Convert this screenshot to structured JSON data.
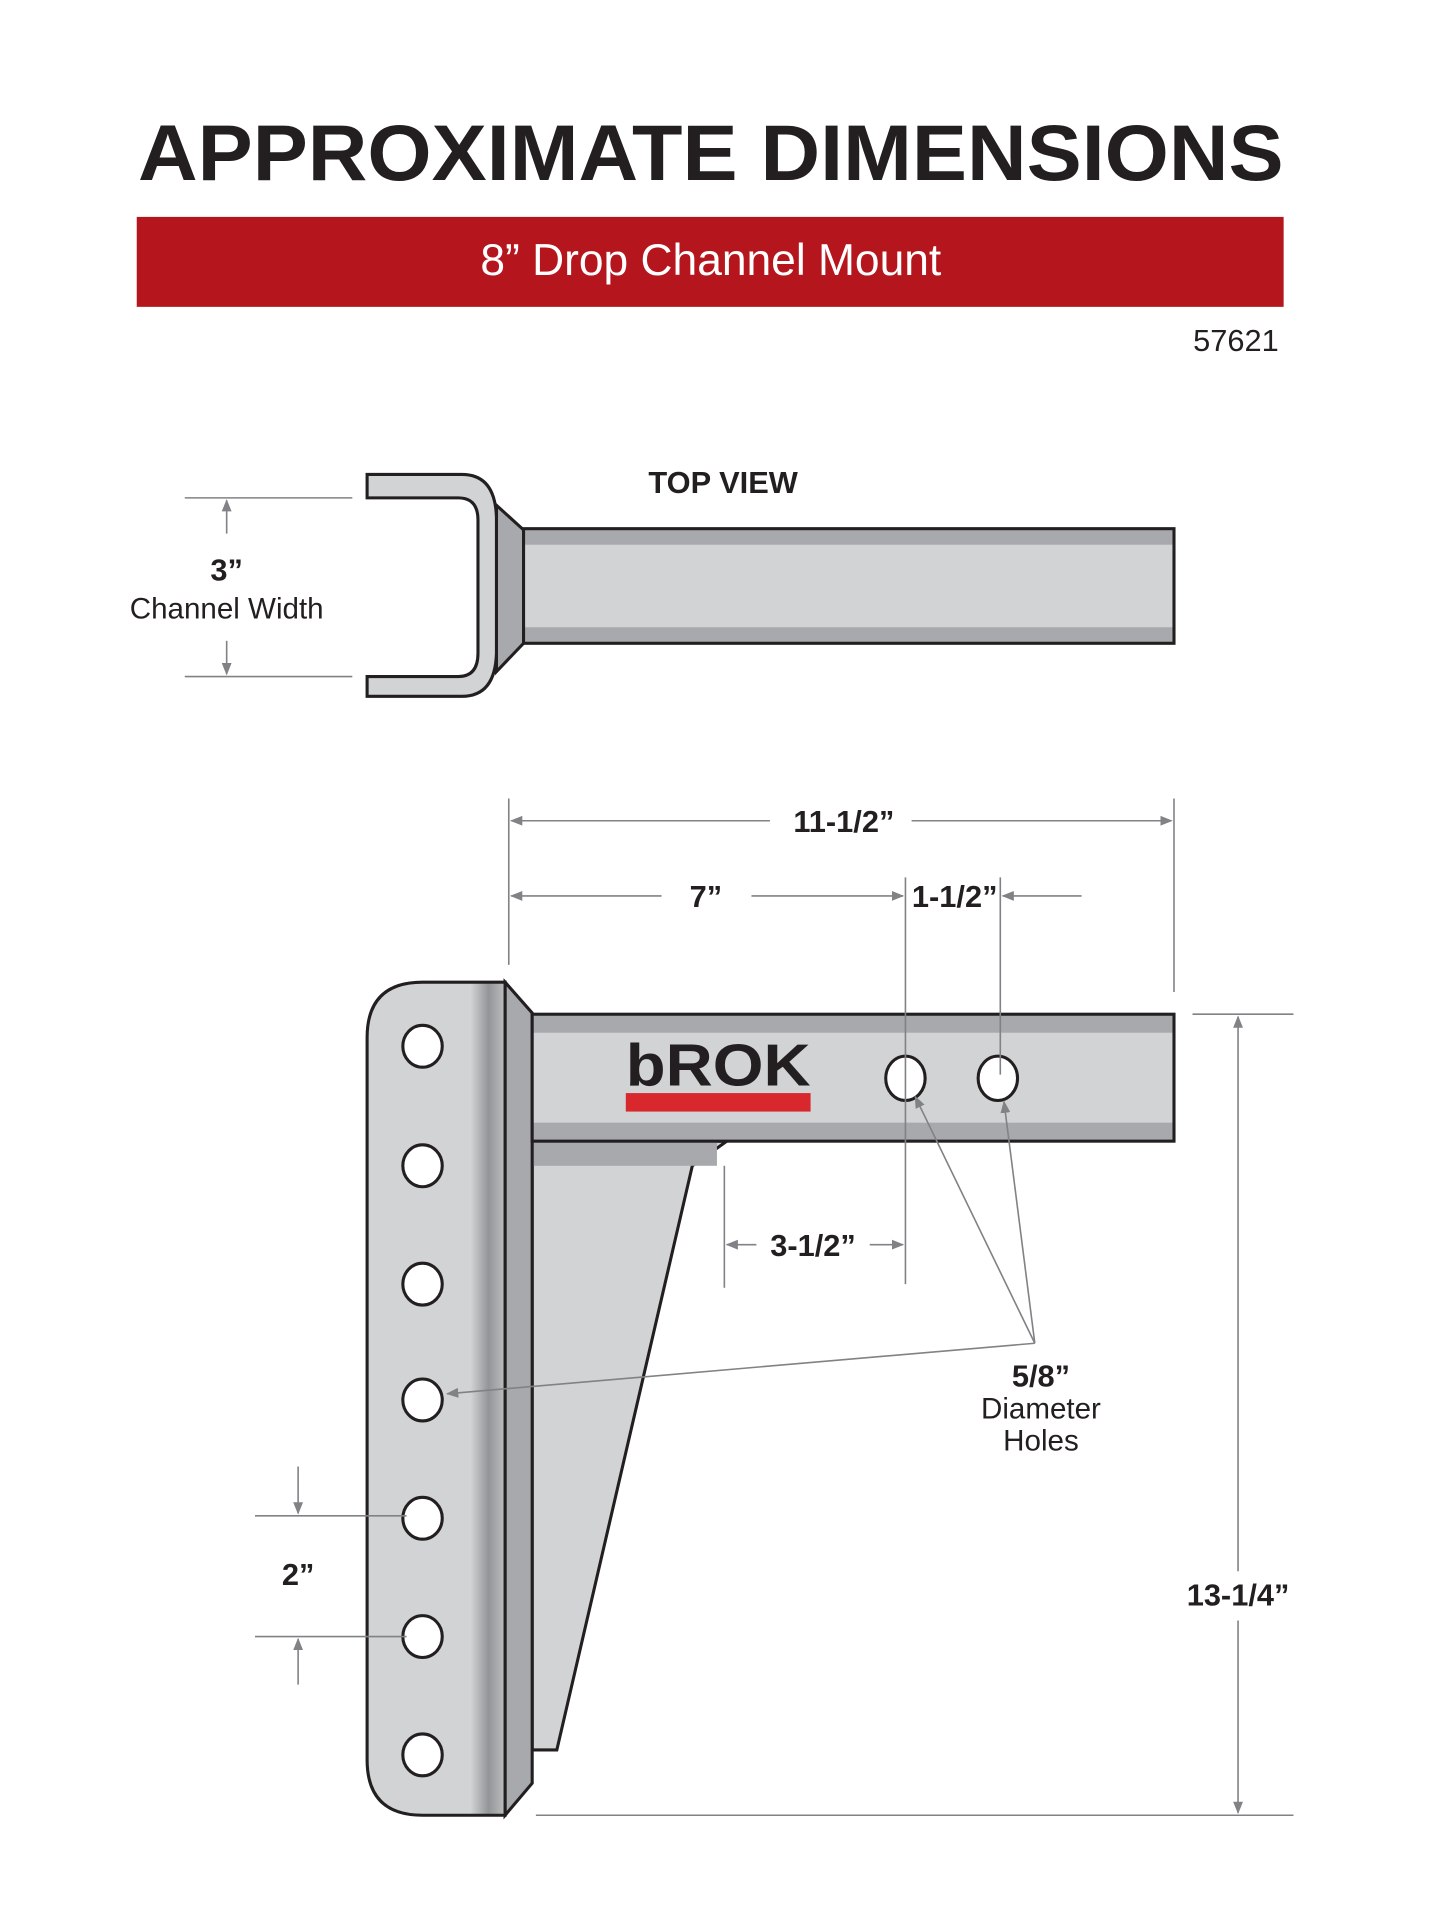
{
  "title": "APPROXIMATE DIMENSIONS",
  "subtitle": "8” Drop Channel Mount",
  "part_number": "57621",
  "brand_logo": "bROK",
  "top_view": {
    "label": "TOP VIEW",
    "channel_width_value": "3”",
    "channel_width_label": "Channel Width"
  },
  "side_view": {
    "overall_length": "11-1/2”",
    "to_first_hole": "7”",
    "hole_spacing": "1-1/2”",
    "gusset_offset": "3-1/2”",
    "hole_size_value": "5/8”",
    "hole_size_line1": "Diameter",
    "hole_size_line2": "Holes",
    "plate_hole_spacing": "2”",
    "overall_height": "13-1/4”"
  },
  "colors": {
    "accent": "#b5151c",
    "steel": "#d1d3d4",
    "steel_dark": "#a7a9ac",
    "logo_red": "#d9272e"
  }
}
